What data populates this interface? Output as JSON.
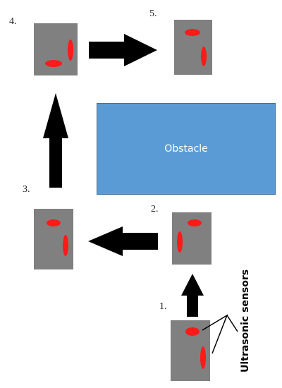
{
  "steps": [
    {
      "label": "1."
    },
    {
      "label": "2."
    },
    {
      "label": "3."
    },
    {
      "label": "4."
    },
    {
      "label": "5."
    }
  ],
  "obstacle": {
    "label": "Obstacle"
  },
  "annotation": {
    "label": "Ultrasonic sensors"
  },
  "colors": {
    "robot_body": "#808080",
    "sensor": "#ff1a1a",
    "obstacle_fill": "#5b9bd5",
    "arrow": "#000000"
  }
}
